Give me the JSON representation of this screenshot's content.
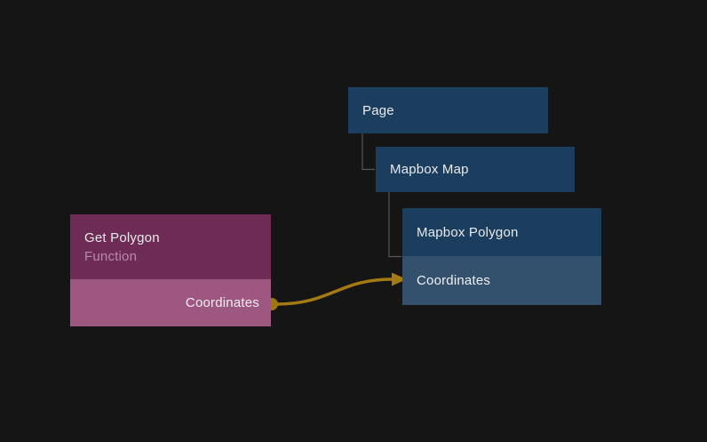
{
  "canvas": {
    "background": "#151515"
  },
  "palette": {
    "visual_node": "#1c3e5e",
    "visual_node_port_row": "#33516d",
    "function_node": "#6e2b55",
    "function_node_port_row": "#9d5781",
    "connection_color": "#a47a12",
    "hierarchy_line_color": "#585858"
  },
  "nodes": {
    "page": {
      "label": "Page"
    },
    "mapbox_map": {
      "label": "Mapbox Map"
    },
    "mapbox_polygon": {
      "label": "Mapbox Polygon",
      "input_port": {
        "label": "Coordinates"
      }
    },
    "get_polygon": {
      "label": "Get Polygon",
      "sublabel": "Function",
      "output_port": {
        "label": "Coordinates"
      }
    }
  },
  "hierarchy": [
    {
      "parent": "Page",
      "child": "Mapbox Map"
    },
    {
      "parent": "Mapbox Map",
      "child": "Mapbox Polygon"
    }
  ],
  "connection": {
    "from_node": "Get Polygon",
    "from_port": "Coordinates",
    "to_node": "Mapbox Polygon",
    "to_port": "Coordinates"
  }
}
